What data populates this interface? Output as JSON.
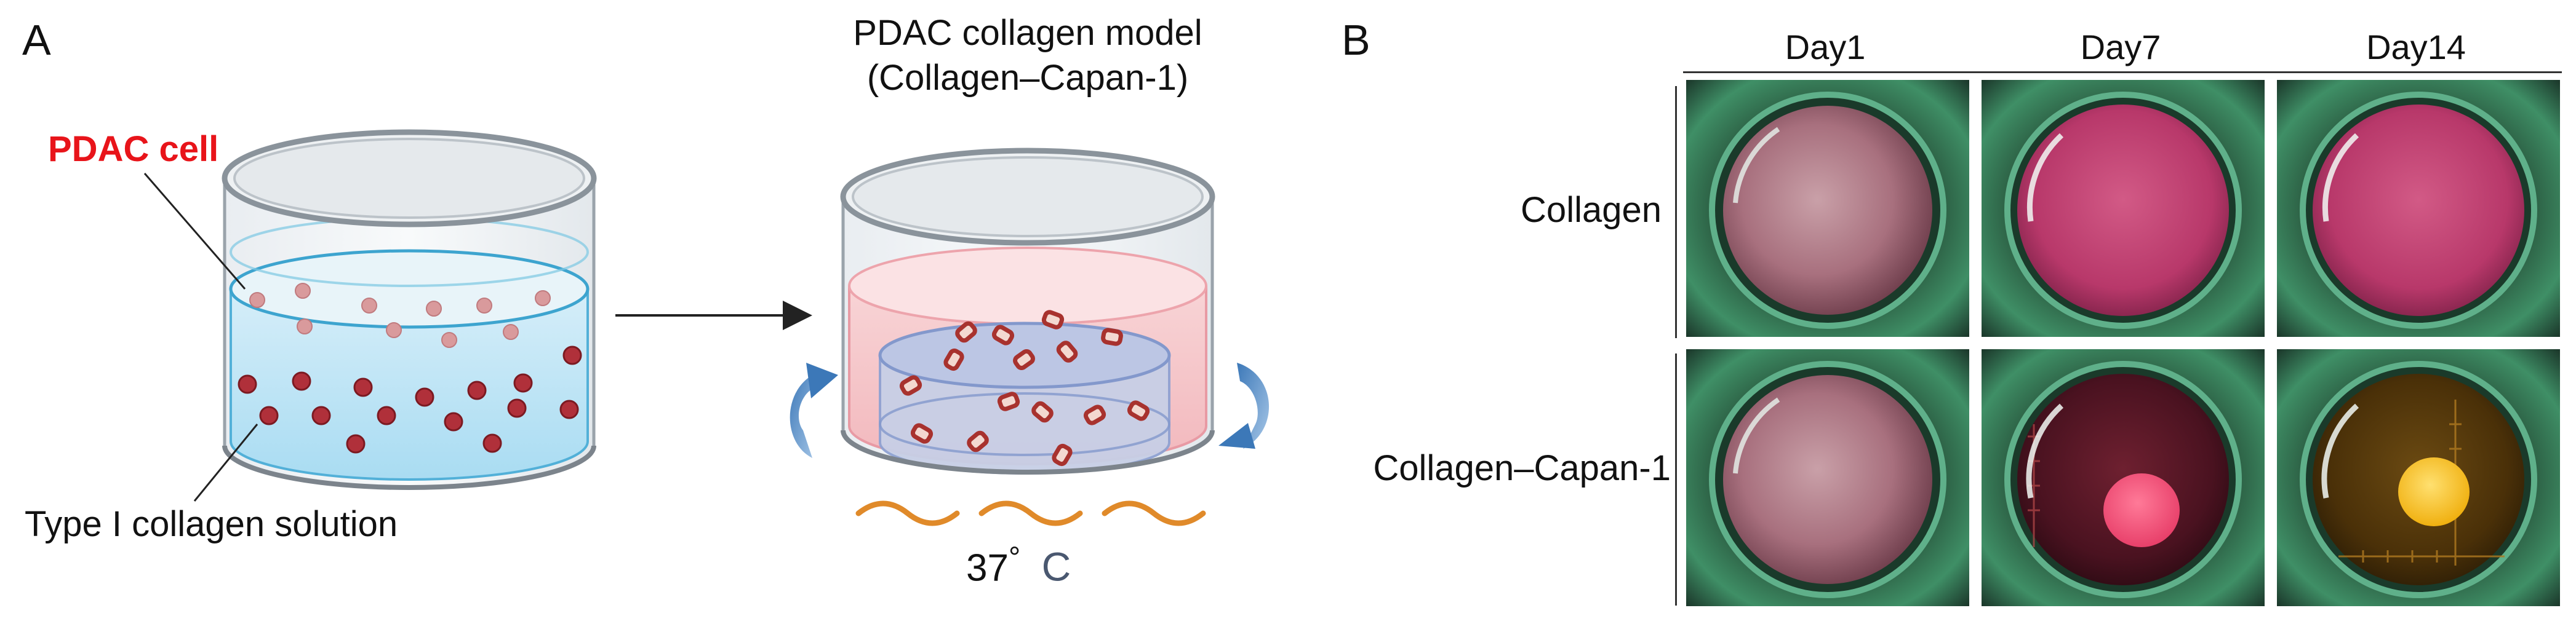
{
  "panelA": {
    "letter": "A",
    "cell_label": "PDAC cell",
    "solution_label": "Type I collagen solution",
    "model_title_line1": "PDAC collagen model",
    "model_title_line2": "(Collagen–Capan-1)",
    "temp_number": "37",
    "temp_degree": "°",
    "temp_unit": "C"
  },
  "panelB": {
    "letter": "B",
    "columns": [
      "Day1",
      "Day7",
      "Day14"
    ],
    "rows": [
      "Collagen",
      "Collagen–Capan-1"
    ],
    "colors": {
      "well_rim": "#1f8a5a",
      "collagen_pink": "#c8457a",
      "gel_pink": "#f0507a",
      "gel_yellow": "#f4c21a"
    }
  }
}
